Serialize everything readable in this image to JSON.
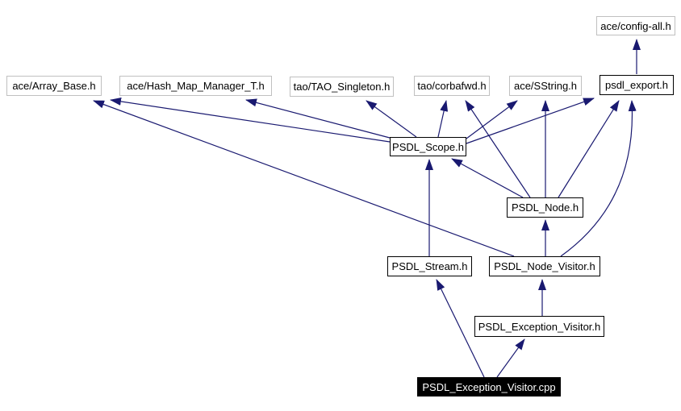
{
  "diagram": {
    "kind": "include-dependency-graph",
    "root_file": "PSDL_Exception_Visitor.cpp",
    "colors": {
      "edge": "#191970",
      "external_node_border": "#c0c0c0",
      "project_node_border": "#000000",
      "node_background": "#ffffff",
      "node_text": "#000000",
      "root_node_background": "#000000",
      "root_node_text": "#ffffff"
    },
    "nodes": [
      {
        "id": "array_base",
        "label": "ace/Array_Base.h",
        "type": "external"
      },
      {
        "id": "hash_map_manager",
        "label": "ace/Hash_Map_Manager_T.h",
        "type": "external"
      },
      {
        "id": "tao_singleton",
        "label": "tao/TAO_Singleton.h",
        "type": "external"
      },
      {
        "id": "corbafwd",
        "label": "tao/corbafwd.h",
        "type": "external"
      },
      {
        "id": "sstring",
        "label": "ace/SString.h",
        "type": "external"
      },
      {
        "id": "psdl_export",
        "label": "psdl_export.h",
        "type": "project"
      },
      {
        "id": "config_all",
        "label": "ace/config-all.h",
        "type": "external"
      },
      {
        "id": "psdl_scope",
        "label": "PSDL_Scope.h",
        "type": "project"
      },
      {
        "id": "psdl_node",
        "label": "PSDL_Node.h",
        "type": "project"
      },
      {
        "id": "psdl_stream",
        "label": "PSDL_Stream.h",
        "type": "project"
      },
      {
        "id": "psdl_node_visitor",
        "label": "PSDL_Node_Visitor.h",
        "type": "project"
      },
      {
        "id": "psdl_exception_visitor_h",
        "label": "PSDL_Exception_Visitor.h",
        "type": "project"
      },
      {
        "id": "psdl_exception_visitor_cpp",
        "label": "PSDL_Exception_Visitor.cpp",
        "type": "root"
      }
    ],
    "edges": [
      {
        "from": "psdl_export",
        "to": "config_all"
      },
      {
        "from": "psdl_scope",
        "to": "array_base"
      },
      {
        "from": "psdl_scope",
        "to": "hash_map_manager"
      },
      {
        "from": "psdl_scope",
        "to": "tao_singleton"
      },
      {
        "from": "psdl_scope",
        "to": "corbafwd"
      },
      {
        "from": "psdl_scope",
        "to": "sstring"
      },
      {
        "from": "psdl_scope",
        "to": "psdl_export"
      },
      {
        "from": "psdl_node",
        "to": "psdl_scope"
      },
      {
        "from": "psdl_node",
        "to": "corbafwd"
      },
      {
        "from": "psdl_node",
        "to": "sstring"
      },
      {
        "from": "psdl_node",
        "to": "psdl_export"
      },
      {
        "from": "psdl_node_visitor",
        "to": "psdl_node"
      },
      {
        "from": "psdl_node_visitor",
        "to": "array_base"
      },
      {
        "from": "psdl_node_visitor",
        "to": "psdl_export"
      },
      {
        "from": "psdl_stream",
        "to": "psdl_scope"
      },
      {
        "from": "psdl_exception_visitor_h",
        "to": "psdl_node_visitor"
      },
      {
        "from": "psdl_exception_visitor_cpp",
        "to": "psdl_stream"
      },
      {
        "from": "psdl_exception_visitor_cpp",
        "to": "psdl_exception_visitor_h"
      }
    ]
  }
}
